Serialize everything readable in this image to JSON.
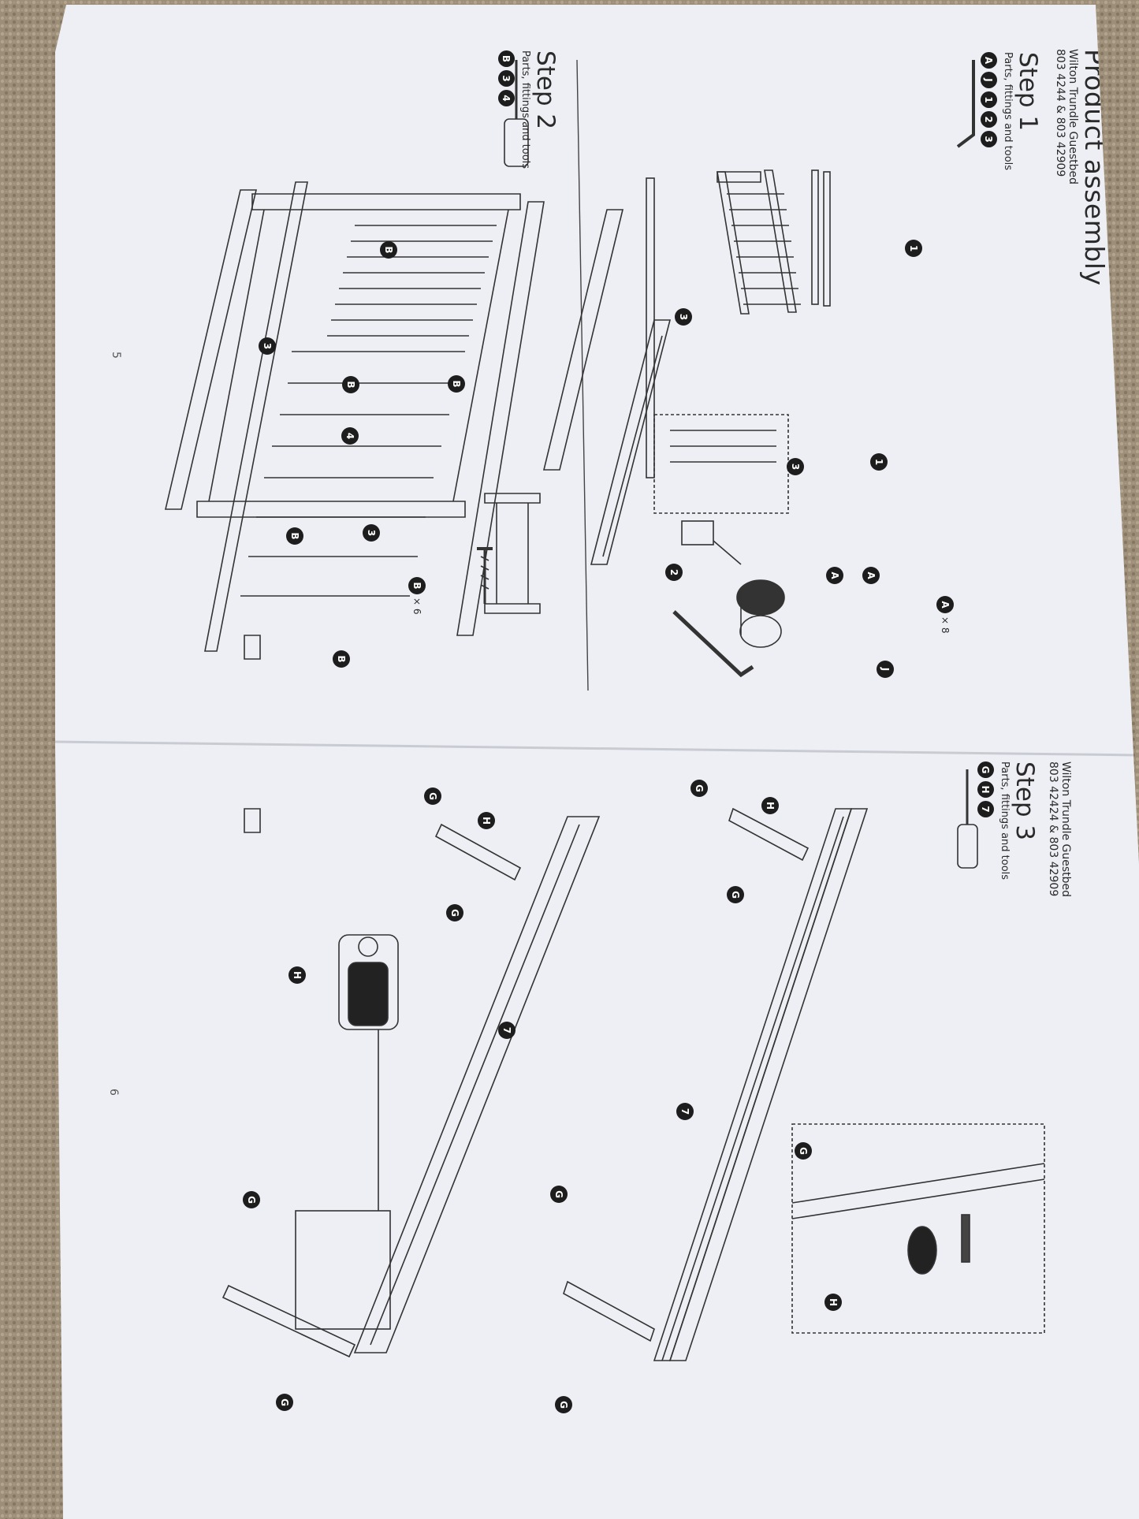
{
  "header": {
    "title": "Product assembly",
    "product_name": "Wilton Trundle Guestbed",
    "product_codes": "803 4244 & 803 42909"
  },
  "page_5": {
    "step1": {
      "title": "Step 1",
      "parts_label": "Parts, fittings and tools",
      "badges": [
        "A",
        "J",
        "1",
        "2",
        "3"
      ]
    },
    "step2": {
      "title": "Step 2",
      "parts_label": "Parts, fittings and tools",
      "badges": [
        "B",
        "3",
        "4"
      ]
    },
    "page_number": "5",
    "callouts": {
      "A": "A",
      "J": "J",
      "B": "B",
      "one": "1",
      "two": "2",
      "three": "3",
      "four": "4"
    },
    "qty_A": "× 8",
    "qty_B": "× 6"
  },
  "page_6": {
    "header_name": "Wilton Trundle Guestbed",
    "header_codes": "803 42424 & 803 42909",
    "step3": {
      "title": "Step 3",
      "parts_label": "Parts, fittings and tools",
      "badges": [
        "G",
        "H",
        "7"
      ]
    },
    "page_number": "6",
    "callouts": {
      "G": "G",
      "H": "H",
      "seven": "7"
    }
  },
  "colors": {
    "paper": "#eeeff4",
    "ink": "#1d1d1d",
    "carpet": "#9c8e78"
  }
}
